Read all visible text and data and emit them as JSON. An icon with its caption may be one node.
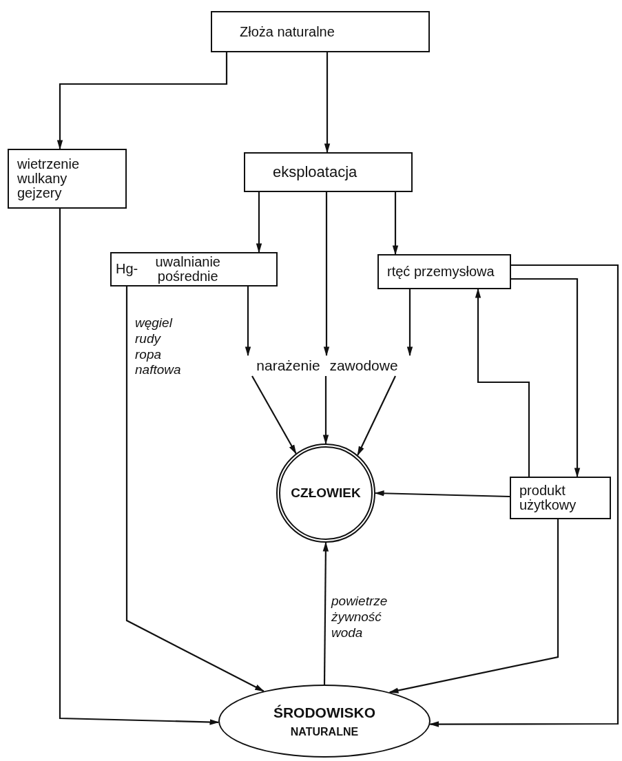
{
  "diagram": {
    "nodes": [
      {
        "text": [
          "Złoża naturalne"
        ]
      },
      {
        "text": [
          "wietrzenie wulkany gejzery"
        ]
      },
      {
        "text": [
          "eksploatacja"
        ]
      },
      {
        "text": [
          "Hg-",
          "uwalnianie pośrednie"
        ]
      },
      {
        "text": [
          "rtęć przemysłowa"
        ]
      },
      {
        "text": [
          "narażenie zawodowe"
        ]
      },
      {
        "text": [
          "CZŁOWIEK"
        ]
      },
      {
        "text": [
          "produkt użytkowy"
        ]
      },
      {
        "text": [
          "ŚRODOWISKO",
          "NATURALNE"
        ]
      }
    ],
    "edges": [
      {
        "from": 0,
        "to": 1,
        "arrow": "to"
      },
      {
        "from": 0,
        "to": 2,
        "arrow": "to"
      },
      {
        "from": 2,
        "to": 3,
        "arrow": "to"
      },
      {
        "from": 2,
        "to": 5,
        "arrow": "to"
      },
      {
        "from": 2,
        "to": 4,
        "arrow": "to"
      },
      {
        "from": 3,
        "to": 5,
        "arrow": "to"
      },
      {
        "from": 4,
        "to": 5,
        "arrow": "to"
      },
      {
        "from": 5,
        "to": 6,
        "arrow": "to"
      },
      {
        "from": 5,
        "to": 6,
        "arrow": "to"
      },
      {
        "from": 5,
        "to": 6,
        "arrow": "to"
      },
      {
        "from": 4,
        "to": 7,
        "arrow": "to"
      },
      {
        "from": 7,
        "to": 4,
        "arrow": "to"
      },
      {
        "from": 7,
        "to": 6,
        "arrow": "to"
      },
      {
        "from": 7,
        "to": 8,
        "arrow": "to"
      },
      {
        "from": 4,
        "to": 8,
        "arrow": "to"
      },
      {
        "from": 1,
        "to": 8,
        "arrow": "to"
      },
      {
        "from": 3,
        "to": 8,
        "arrow": "to",
        "label": "węgiel rudy ropa naftowa"
      },
      {
        "from": 8,
        "to": 6,
        "arrow": "to",
        "label": "powietrze żywność woda"
      }
    ]
  }
}
